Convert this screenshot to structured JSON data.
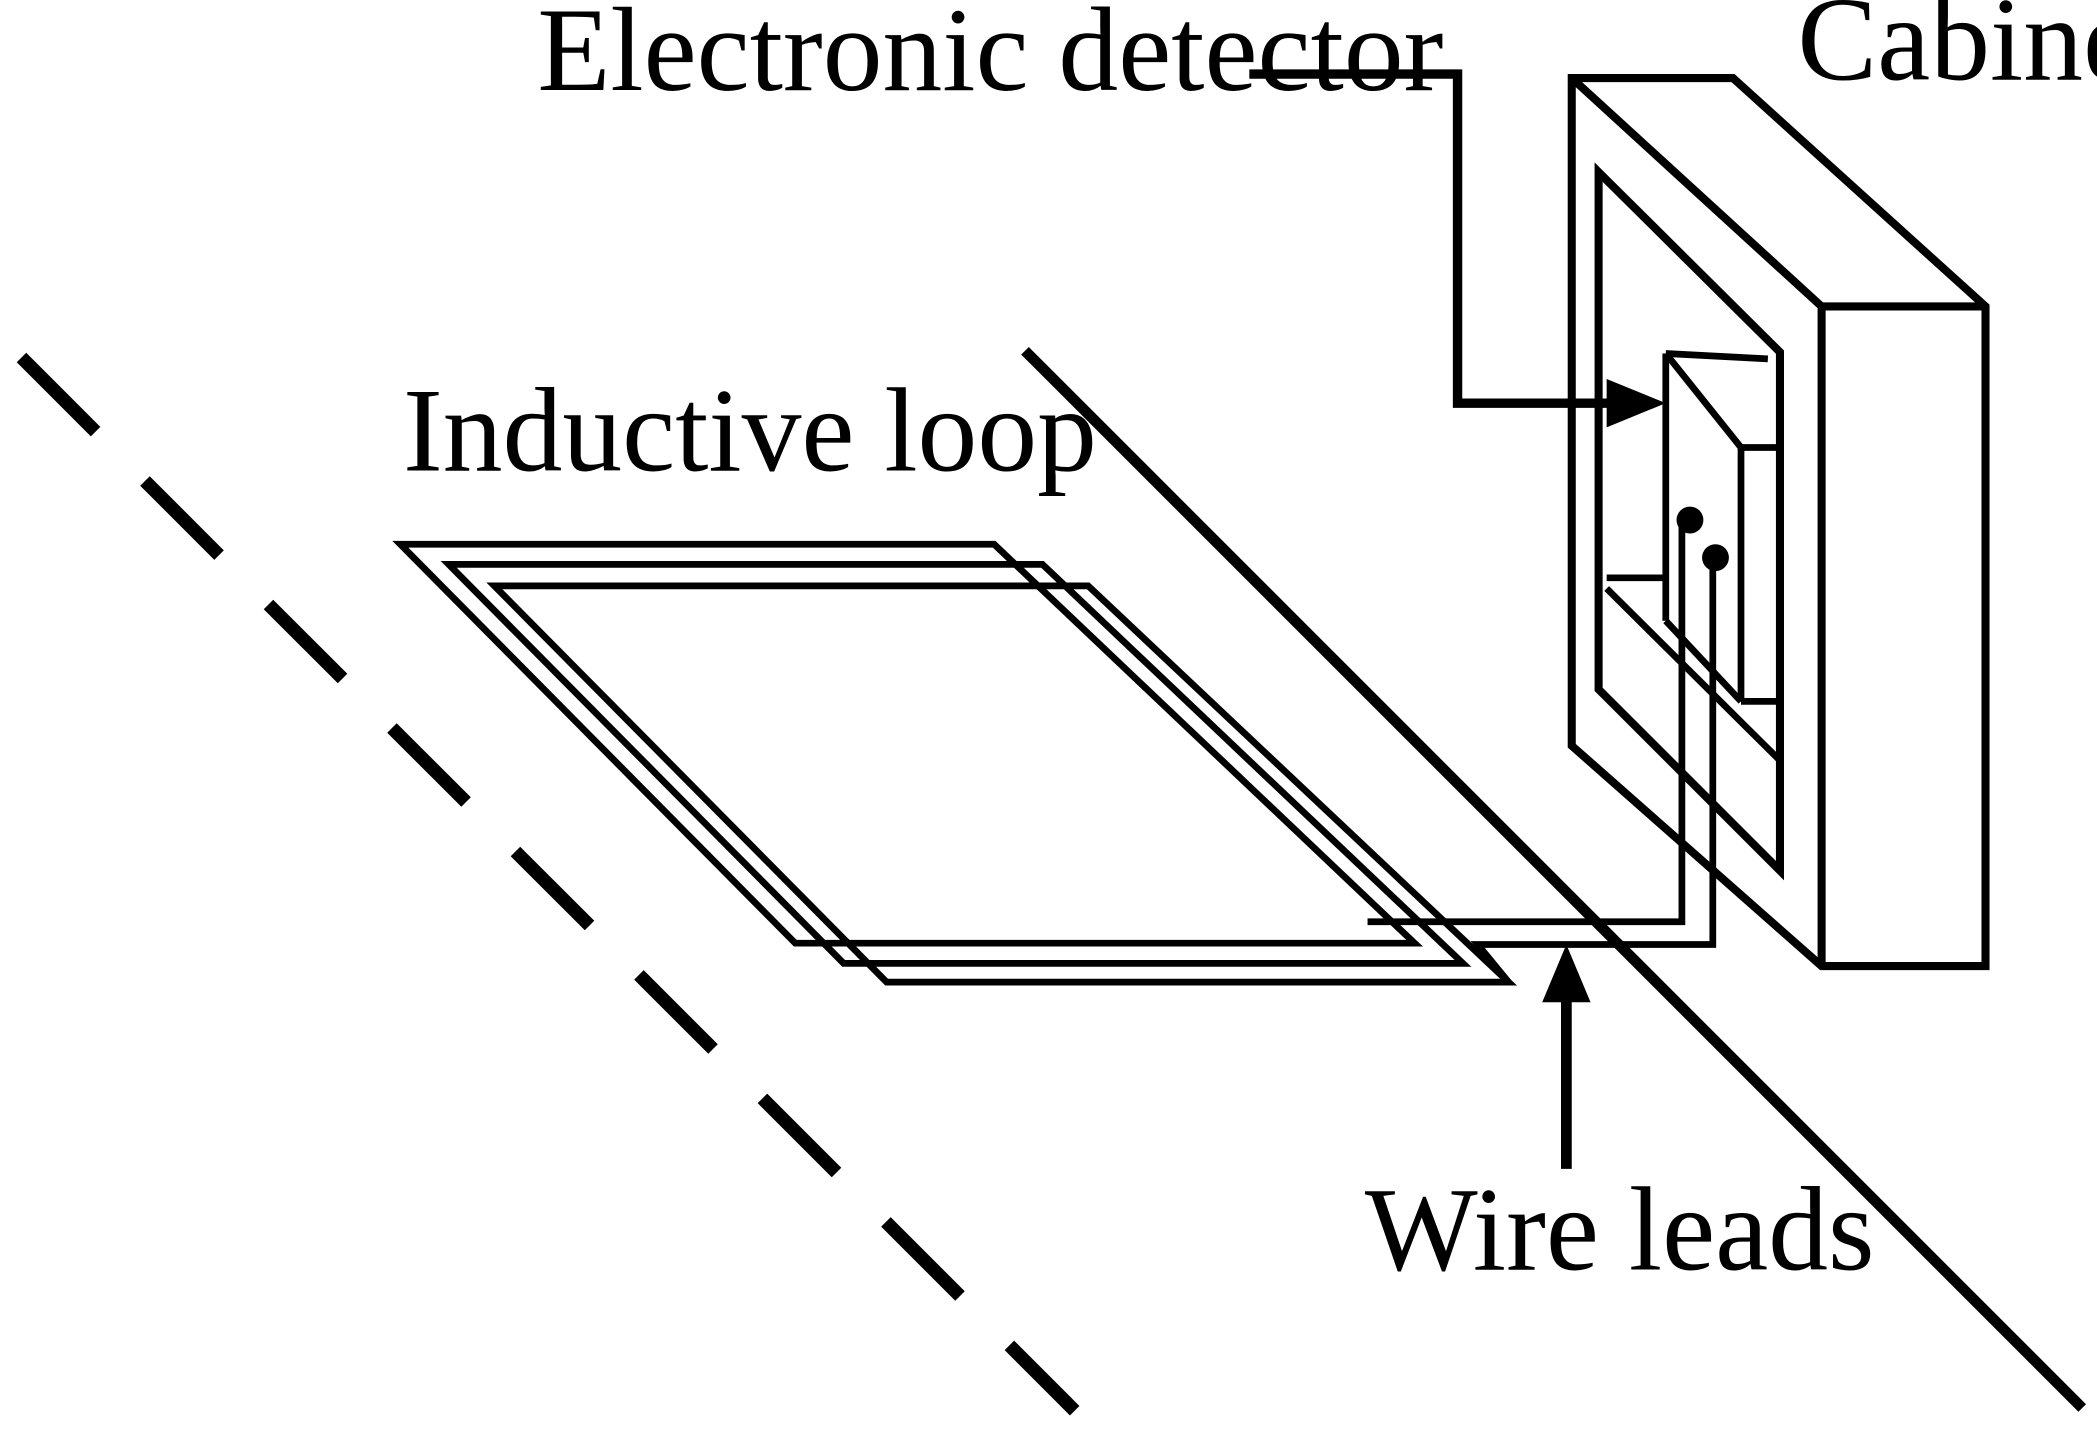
{
  "labels": {
    "electronic_detector": "Electronic detector",
    "cabinet": "Cabinet",
    "inductive_loop": "Inductive loop",
    "wire_leads": "Wire leads"
  },
  "colors": {
    "line": "#000000",
    "background": "#ffffff"
  }
}
